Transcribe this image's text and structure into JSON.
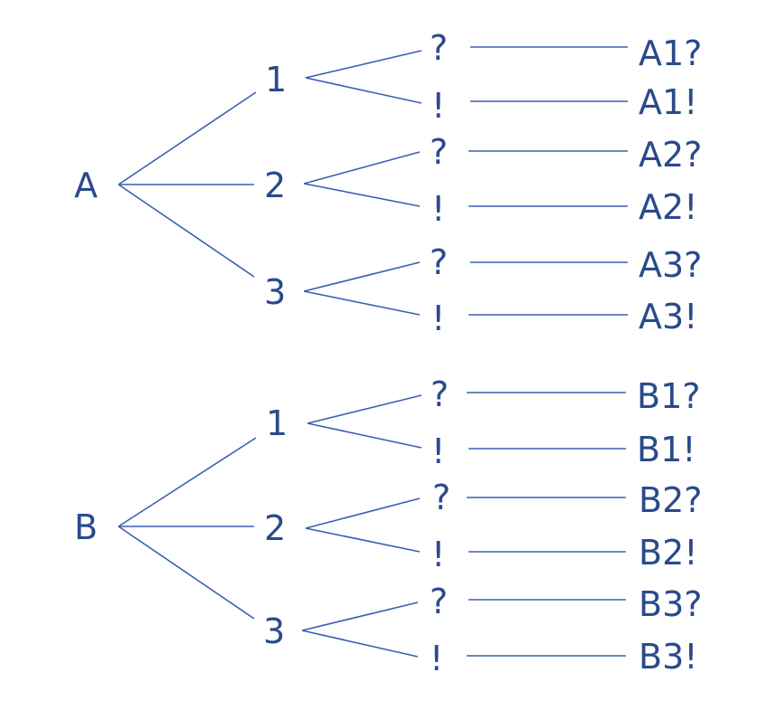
{
  "trees": [
    {
      "root": "A",
      "children": [
        {
          "label": "1",
          "leaves": [
            {
              "symbol": "?",
              "result": "A1?"
            },
            {
              "symbol": "!",
              "result": "A1!"
            }
          ]
        },
        {
          "label": "2",
          "leaves": [
            {
              "symbol": "?",
              "result": "A2?"
            },
            {
              "symbol": "!",
              "result": "A2!"
            }
          ]
        },
        {
          "label": "3",
          "leaves": [
            {
              "symbol": "?",
              "result": "A3?"
            },
            {
              "symbol": "!",
              "result": "A3!"
            }
          ]
        }
      ]
    },
    {
      "root": "B",
      "children": [
        {
          "label": "1",
          "leaves": [
            {
              "symbol": "?",
              "result": "B1?"
            },
            {
              "symbol": "!",
              "result": "B1!"
            }
          ]
        },
        {
          "label": "2",
          "leaves": [
            {
              "symbol": "?",
              "result": "B2?"
            },
            {
              "symbol": "!",
              "result": "B2!"
            }
          ]
        },
        {
          "label": "3",
          "leaves": [
            {
              "symbol": "?",
              "result": "B3?"
            },
            {
              "symbol": "!",
              "result": "B3!"
            }
          ]
        }
      ]
    }
  ],
  "colors": {
    "text": "#2a4a8c",
    "line": "#3b5fb0"
  }
}
